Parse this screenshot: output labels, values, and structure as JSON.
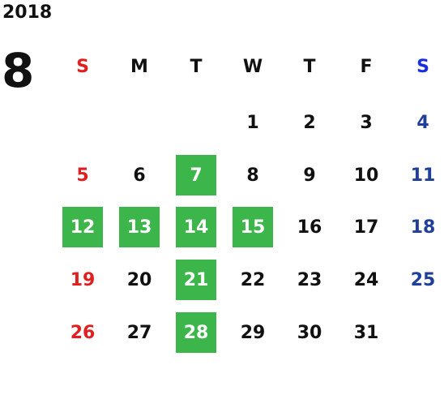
{
  "calendar": {
    "year": "2018",
    "month": "8",
    "weekdays": [
      "S",
      "M",
      "T",
      "W",
      "T",
      "F",
      "S"
    ],
    "weeks": [
      [
        "",
        "",
        "",
        "1",
        "2",
        "3",
        "4"
      ],
      [
        "5",
        "6",
        "7",
        "8",
        "9",
        "10",
        "11"
      ],
      [
        "12",
        "13",
        "14",
        "15",
        "16",
        "17",
        "18"
      ],
      [
        "19",
        "20",
        "21",
        "22",
        "23",
        "24",
        "25"
      ],
      [
        "26",
        "27",
        "28",
        "29",
        "30",
        "31",
        ""
      ]
    ],
    "highlighted_days": [
      "7",
      "12",
      "13",
      "14",
      "15",
      "21",
      "28"
    ],
    "colors": {
      "highlight": "#3cb64a",
      "sunday": "#e02020",
      "saturday": "#1f3f9a",
      "saturday_header": "#1a2fe0"
    }
  }
}
